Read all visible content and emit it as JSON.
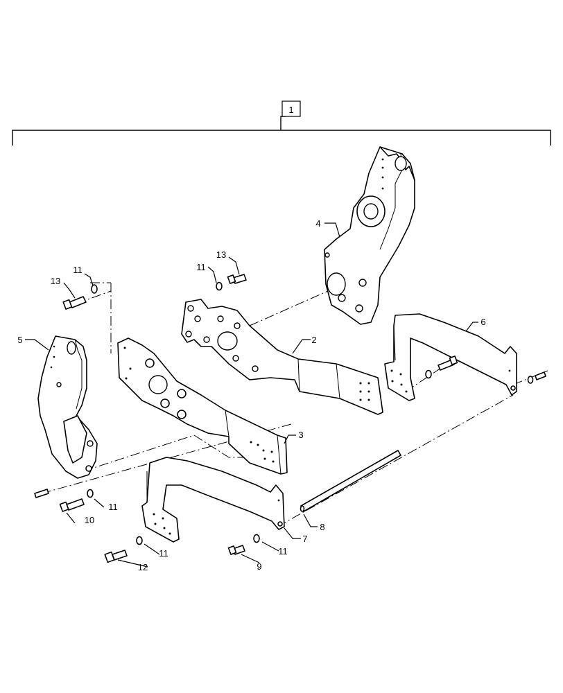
{
  "callouts": {
    "c1": "1",
    "c2": "2",
    "c3": "3",
    "c4": "4",
    "c5": "5",
    "c6": "6",
    "c7": "7",
    "c8": "8",
    "c9": "9",
    "c10": "10",
    "c11a": "11",
    "c11b": "11",
    "c11c": "11",
    "c11d": "11",
    "c11e": "11",
    "c12": "12",
    "c13a": "13",
    "c13b": "13"
  }
}
